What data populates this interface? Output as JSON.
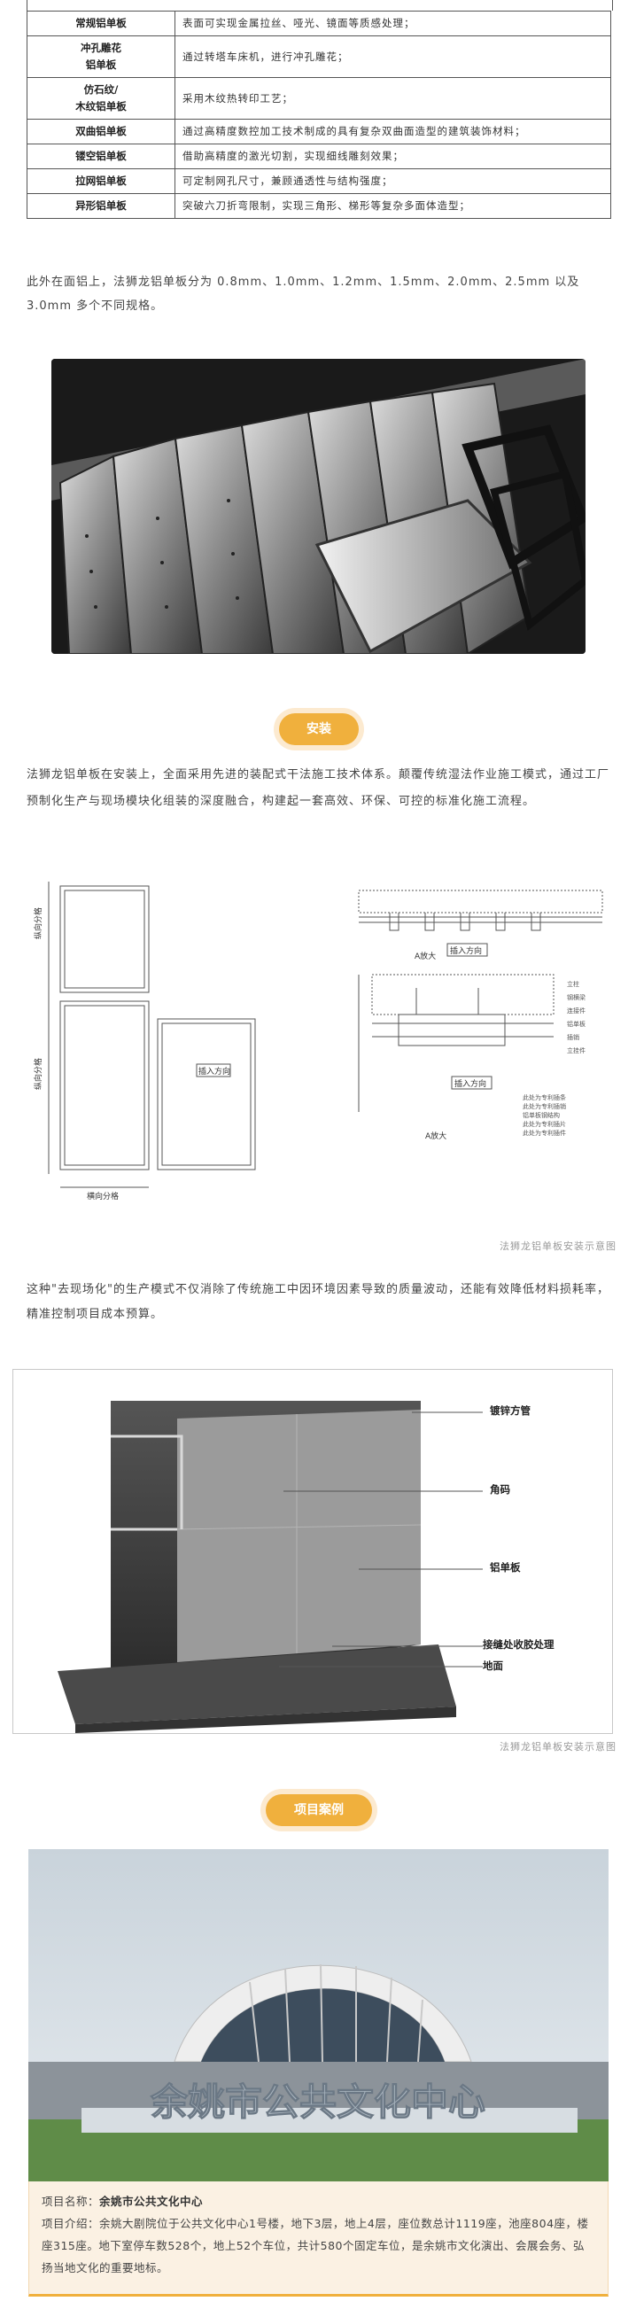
{
  "table": {
    "rows": [
      {
        "name": "常规铝单板",
        "desc": "表面可实现金属拉丝、哑光、镜面等质感处理；"
      },
      {
        "name": "冲孔雕花\n铝单板",
        "desc": "通过转塔车床机，进行冲孔雕花；"
      },
      {
        "name": "仿石纹/\n木纹铝单板",
        "desc": "采用木纹热转印工艺；"
      },
      {
        "name": "双曲铝单板",
        "desc": "通过高精度数控加工技术制成的具有复杂双曲面造型的建筑装饰材料；"
      },
      {
        "name": "镂空铝单板",
        "desc": "借助高精度的激光切割，实现细线雕刻效果；"
      },
      {
        "name": "拉网铝单板",
        "desc": "可定制网孔尺寸，兼顾通透性与结构强度；"
      },
      {
        "name": "异形铝单板",
        "desc": "突破六刀折弯限制，实现三角形、梯形等复杂多面体造型；"
      }
    ]
  },
  "thickness_text": "此外在面铝上，法狮龙铝单板分为 0.8mm、1.0mm、1.2mm、1.5mm、2.0mm、2.5mm 以及 3.0mm 多个不同规格。",
  "section_install": "安装",
  "install_text": "法狮龙铝单板在安装上，全面采用先进的装配式干法施工技术体系。颠覆传统湿法作业施工模式，通过工厂预制化生产与现场模块化组装的深度融合，构建起一套高效、环保、可控的标准化施工流程。",
  "diagram": {
    "vertical_label_top": "纵向分格",
    "vertical_label_bottom": "纵向分格",
    "horizontal_label": "横向分格",
    "insert_dir": "插入方向",
    "a_big": "A放大",
    "a_big_2": "A放大",
    "insert_dir_2": "插入方向",
    "insert_dir_3": "插入方向",
    "legend": [
      "立柱",
      "钢横梁",
      "连接件",
      "铝单板",
      "插销",
      "立挂件"
    ],
    "legend_bottom": [
      "此处为专利插条",
      "此处为专利插销",
      "铝单板钢结构",
      "此处为专利插片",
      "此处为专利插件"
    ],
    "caption": "法狮龙铝单板安装示意图"
  },
  "after_text": "这种\"去现场化\"的生产模式不仅消除了传统施工中因环境因素导致的质量波动，还能有效降低材料损耗率，精准控制项目成本预算。",
  "render": {
    "labels": [
      "镀锌方管",
      "角码",
      "铝单板",
      "接缝处收胶处理",
      "地面"
    ],
    "caption": "法狮龙铝单板安装示意图"
  },
  "section_project": "项目案例",
  "project": {
    "sign": "余姚市公共文化中心",
    "name_label": "项目名称：",
    "name_value": "余姚市公共文化中心",
    "intro_label": "项目介绍：",
    "intro_value": "余姚大剧院位于公共文化中心1号楼，地下3层，地上4层，座位数总计1119座，池座804座，楼座315座。地下室停车数528个，地上52个车位，共计580个固定车位，是余姚市文化演出、会展会务、弘扬当地文化的重要地标。"
  },
  "colors": {
    "accent": "#f0b03d",
    "accent_light": "#fcead0",
    "caption": "#9a9a9a"
  }
}
